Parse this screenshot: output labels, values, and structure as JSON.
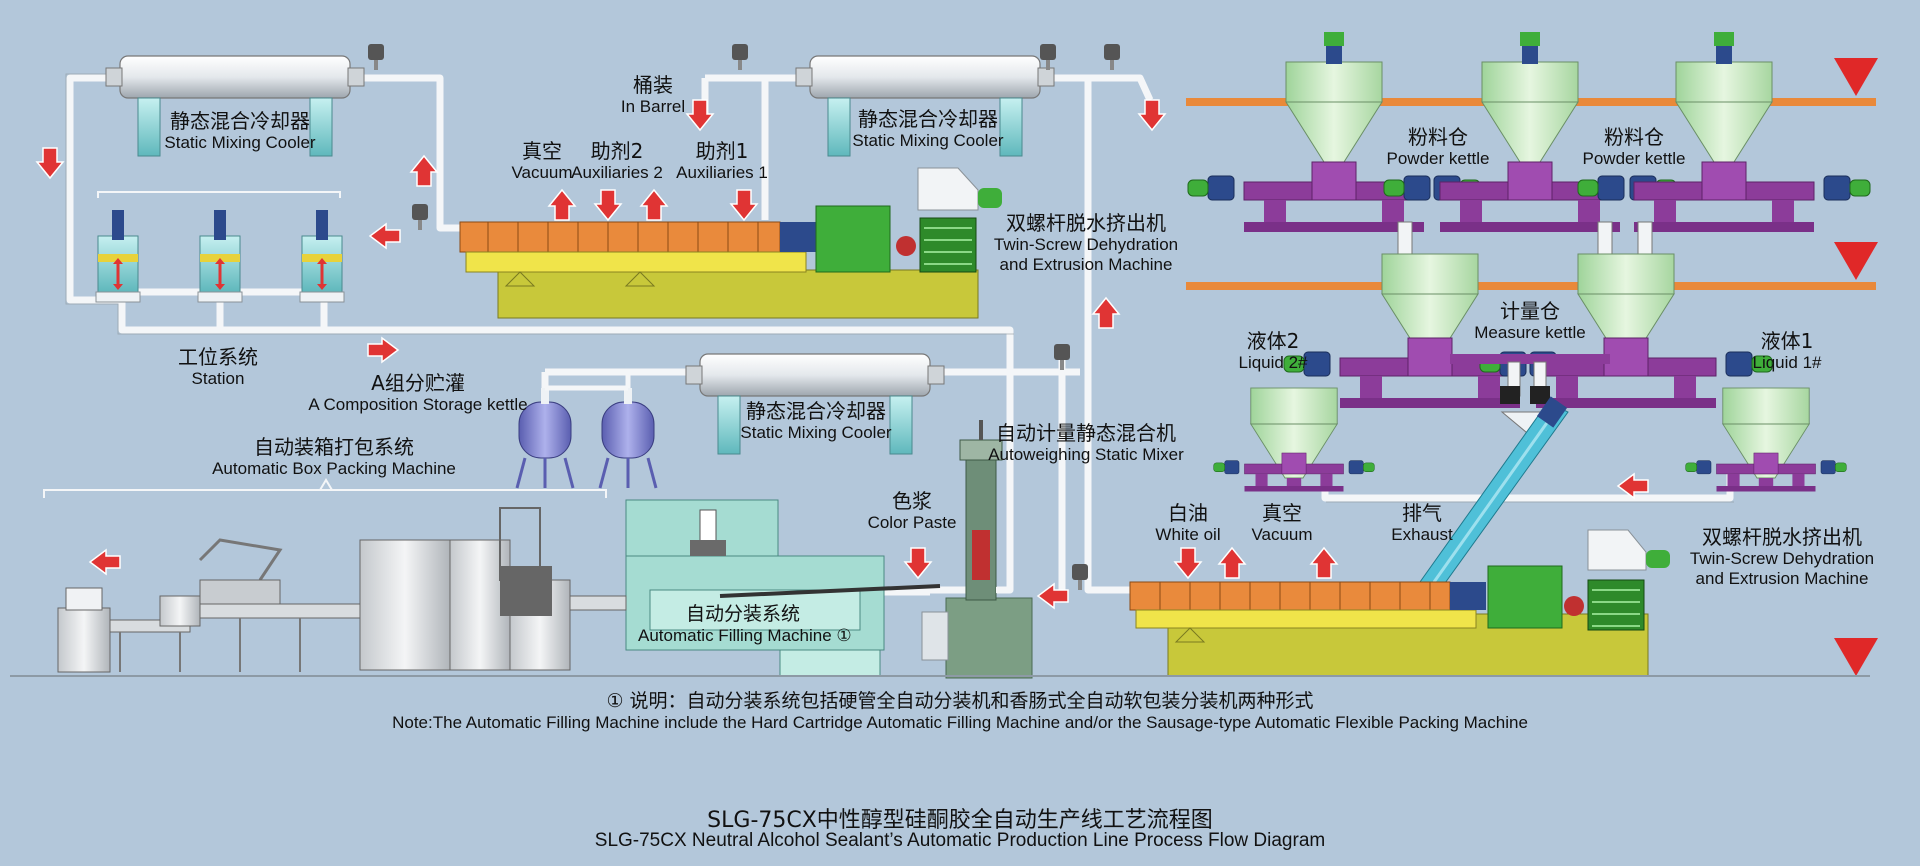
{
  "title": {
    "zh": "SLG-75CX中性醇型硅酮胶全自动生产线工艺流程图",
    "en": "SLG-75CX Neutral Alcohol Sealant’s Automatic Production Line Process Flow Diagram"
  },
  "note": {
    "zh": "① 说明：自动分装系统包括硬管全自动分装机和香肠式全自动软包装分装机两种形式",
    "en": "Note:The Automatic Filling Machine include the Hard Cartridge Automatic Filling Machine and/or the Sausage-type Automatic Flexible Packing Machine"
  },
  "labels": {
    "cooler_1": {
      "zh": "静态混合冷却器",
      "en": "Static Mixing Cooler"
    },
    "cooler_2": {
      "zh": "静态混合冷却器",
      "en": "Static Mixing Cooler"
    },
    "cooler_3": {
      "zh": "静态混合冷却器",
      "en": "Static Mixing Cooler"
    },
    "barrel": {
      "zh": "桶装",
      "en": "In Barrel"
    },
    "vacuum_1": {
      "zh": "真空",
      "en": "Vacuum"
    },
    "auxiliaries_2": {
      "zh": "助剂2",
      "en": "Auxiliaries 2"
    },
    "auxiliaries_1": {
      "zh": "助剂1",
      "en": "Auxiliaries 1"
    },
    "extruder_1": {
      "zh": "双螺杆脱水挤出机",
      "en1": "Twin-Screw Dehydration",
      "en2": "and Extrusion Machine"
    },
    "extruder_2": {
      "zh": "双螺杆脱水挤出机",
      "en1": "Twin-Screw Dehydration",
      "en2": "and Extrusion Machine"
    },
    "powder_kettle_1": {
      "zh": "粉料仓",
      "en": "Powder kettle"
    },
    "powder_kettle_2": {
      "zh": "粉料仓",
      "en": "Powder kettle"
    },
    "measure_kettle": {
      "zh": "计量仓",
      "en": "Measure kettle"
    },
    "liquid_2": {
      "zh": "液体2",
      "en": "Liquid 2#"
    },
    "liquid_1": {
      "zh": "液体1",
      "en": "Liquid 1#"
    },
    "station": {
      "zh": "工位系统",
      "en": "Station"
    },
    "storage_kettle": {
      "zh": "A组分贮灌",
      "en": "A Composition Storage kettle"
    },
    "box_packing": {
      "zh": "自动装箱打包系统",
      "en": "Automatic Box Packing Machine"
    },
    "static_mixer": {
      "zh": "自动计量静态混合机",
      "en": "Autoweighing Static Mixer"
    },
    "color_paste": {
      "zh": "色浆",
      "en": "Color Paste"
    },
    "white_oil": {
      "zh": "白油",
      "en": "White oil"
    },
    "vacuum_2": {
      "zh": "真空",
      "en": "Vacuum"
    },
    "exhaust": {
      "zh": "排气",
      "en": "Exhaust"
    },
    "filling_machine": {
      "zh": "自动分装系统",
      "en": "Automatic Filling Machine ①"
    }
  },
  "colors": {
    "background": "#b3c7da",
    "pipe": "#f4f6f8",
    "extruder_barrel": "#e98a3c",
    "motor_green": "#3fae3a",
    "base_yellow": "#c8c83a",
    "hopper_green": "#cde8c4",
    "pump_purple": "#8c3c9a",
    "arrow_red": "#e03434",
    "storage_blue": "#7b7fc9",
    "filling_teal": "#a5dcd2",
    "rail_orange": "#e9893a"
  }
}
